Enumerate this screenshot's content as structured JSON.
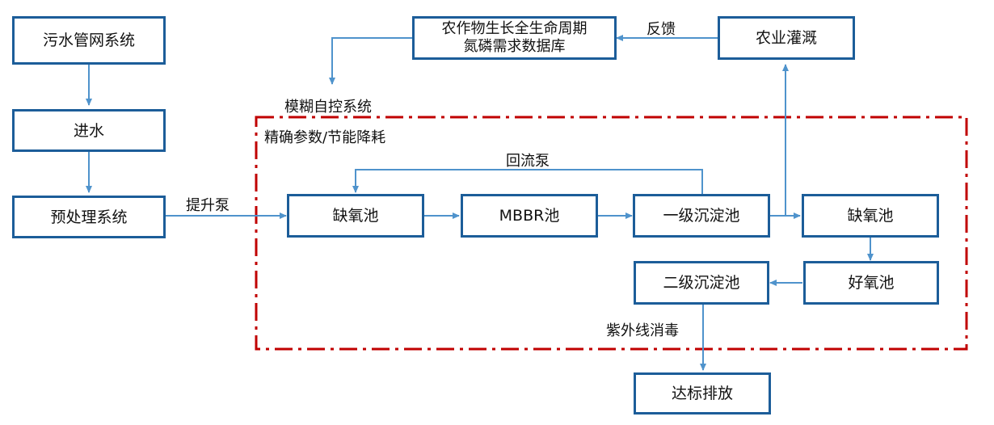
{
  "colors": {
    "box_border": "#1c5d99",
    "connector": "#4f93cc",
    "control_frame": "#c00000"
  },
  "nodes": {
    "sewer_network": "污水管网系统",
    "water_inflow": "进水",
    "pretreatment": "预处理系统",
    "anoxic_tank_1": "缺氧池",
    "mbbr_tank": "MBBR池",
    "primary_settling": "一级沉淀池",
    "anoxic_tank_2": "缺氧池",
    "aerobic_tank": "好氧池",
    "secondary_settling": "二级沉淀池",
    "discharge": "达标排放",
    "crop_database": "农作物生长全生命周期\n氮磷需求数据库",
    "irrigation": "农业灌溉"
  },
  "labels": {
    "feedback": "反馈",
    "fuzzy_control": "模糊自控系统",
    "precise_params": "精确参数/节能降耗",
    "return_pump": "回流泵",
    "lift_pump": "提升泵",
    "uv_disinfection": "紫外线消毒"
  }
}
